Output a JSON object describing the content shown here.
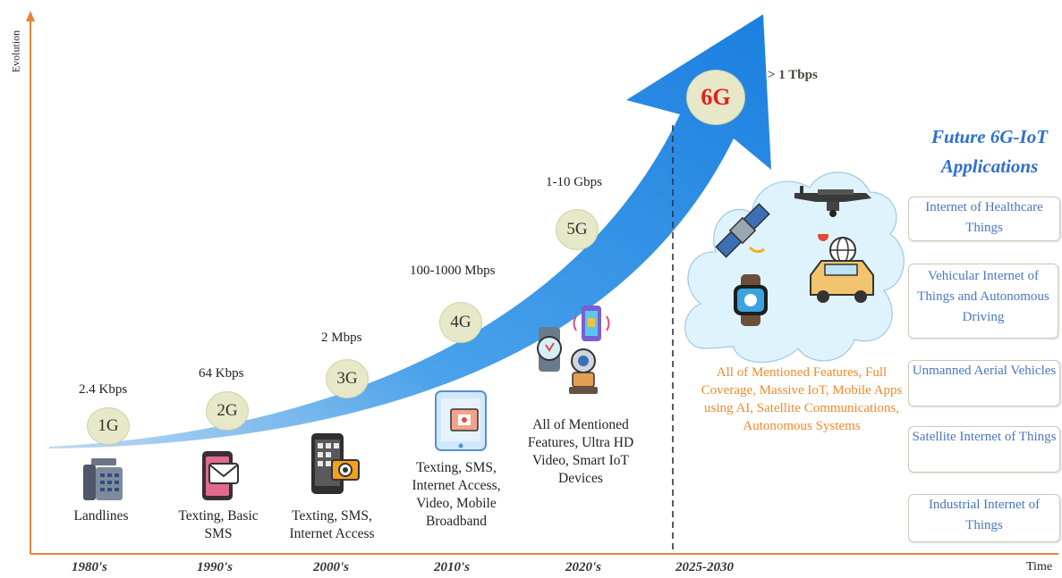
{
  "axes": {
    "y_label": "Evolution",
    "x_label": "Time",
    "decades": [
      "1980's",
      "1990's",
      "2000's",
      "2010's",
      "2020's",
      "2025-2030"
    ]
  },
  "generations": [
    {
      "name": "1G",
      "speed": "2.4 Kbps",
      "features": "Landlines"
    },
    {
      "name": "2G",
      "speed": "64 Kbps",
      "features": "Texting, Basic SMS"
    },
    {
      "name": "3G",
      "speed": "2 Mbps",
      "features": "Texting, SMS, Internet Access"
    },
    {
      "name": "4G",
      "speed": "100-1000 Mbps",
      "features": "Texting, SMS, Internet Access, Video, Mobile Broadband"
    },
    {
      "name": "5G",
      "speed": "1-10 Gbps",
      "features": "All of Mentioned Features, Ultra HD Video, Smart IoT Devices"
    },
    {
      "name": "6G",
      "speed": "> 1 Tbps",
      "features": "All of Mentioned Features, Full Coverage, Massive IoT, Mobile Apps using AI, Satellite Communications, Autonomous Systems"
    }
  ],
  "applications": {
    "title": "Future 6G-IoT Applications",
    "items": [
      "Internet of Healthcare Things",
      "Vehicular Internet of Things and Autonomous Driving",
      "Unmanned Aerial Vehicles",
      "Satellite Internet of Things",
      "Industrial Internet of Things"
    ]
  },
  "icons": [
    "telephone-icon",
    "sms-phone-icon",
    "smartphone-camera-icon",
    "tablet-video-icon",
    "smart-iot-devices-icon",
    "satellite-icon",
    "drone-icon",
    "smartwatch-icon",
    "autonomous-car-icon"
  ],
  "colors": {
    "arrow": "#1e88e5",
    "axis": "#e8823a",
    "six_g": "#e02020",
    "orange_text": "#f08a2c",
    "app_text": "#4a76c2",
    "title": "#2f6fd0"
  }
}
